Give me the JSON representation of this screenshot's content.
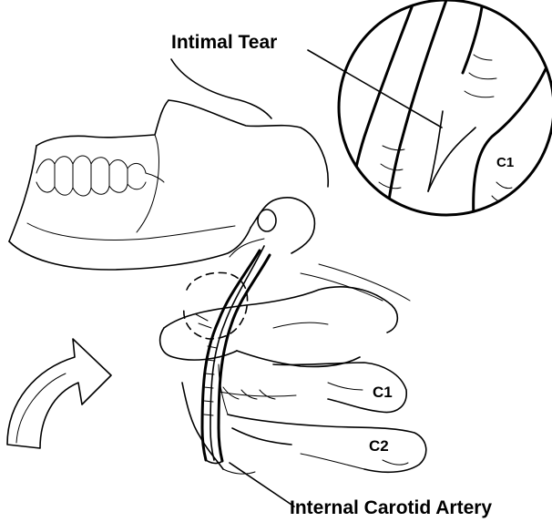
{
  "labels": {
    "intimal_tear": "Intimal Tear",
    "internal_carotid_artery": "Internal Carotid Artery",
    "c1_inset": "C1",
    "c1_main": "C1",
    "c2_main": "C2"
  },
  "colors": {
    "ink": "#000000",
    "background": "#ffffff"
  }
}
